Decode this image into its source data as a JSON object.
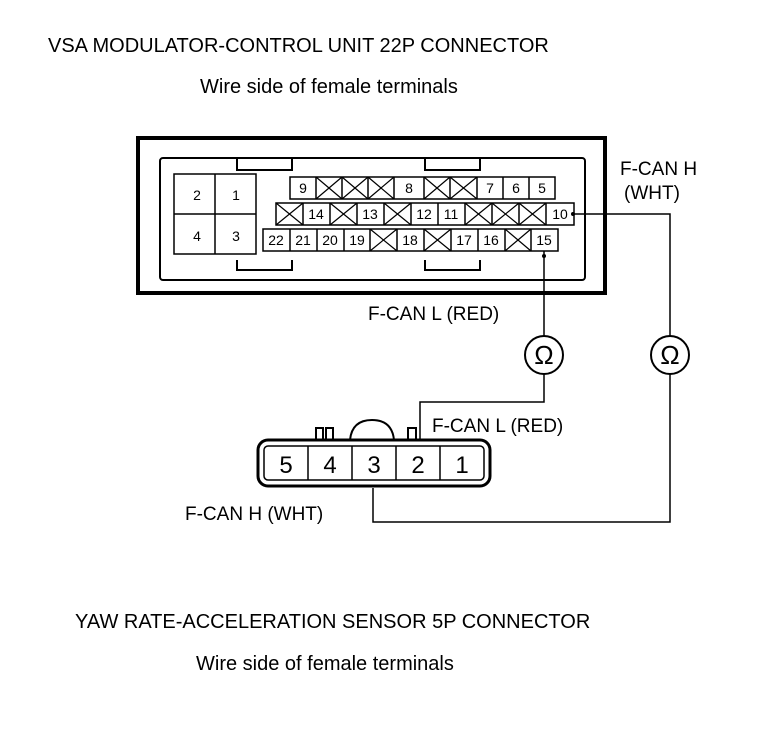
{
  "top_connector": {
    "title": "VSA MODULATOR-CONTROL UNIT 22P CONNECTOR",
    "subtitle": "Wire side of female terminals",
    "pins": {
      "p1": "1",
      "p2": "2",
      "p3": "3",
      "p4": "4",
      "p5": "5",
      "p6": "6",
      "p7": "7",
      "p8": "8",
      "p9": "9",
      "p10": "10",
      "p11": "11",
      "p12": "12",
      "p13": "13",
      "p14": "14",
      "p15": "15",
      "p16": "16",
      "p17": "17",
      "p18": "18",
      "p19": "19",
      "p20": "20",
      "p21": "21",
      "p22": "22"
    }
  },
  "labels": {
    "fcan_h_line1": "F-CAN H",
    "fcan_h_line2": "(WHT)",
    "fcan_l_top": "F-CAN L (RED)",
    "fcan_l_mid": "F-CAN L (RED)",
    "fcan_h_bottom": "F-CAN H (WHT)",
    "ohm_symbol": "Ω"
  },
  "bottom_connector": {
    "title": "YAW RATE-ACCELERATION SENSOR 5P CONNECTOR",
    "subtitle": "Wire side of female terminals",
    "pins": {
      "p1": "1",
      "p2": "2",
      "p3": "3",
      "p4": "4",
      "p5": "5"
    }
  }
}
